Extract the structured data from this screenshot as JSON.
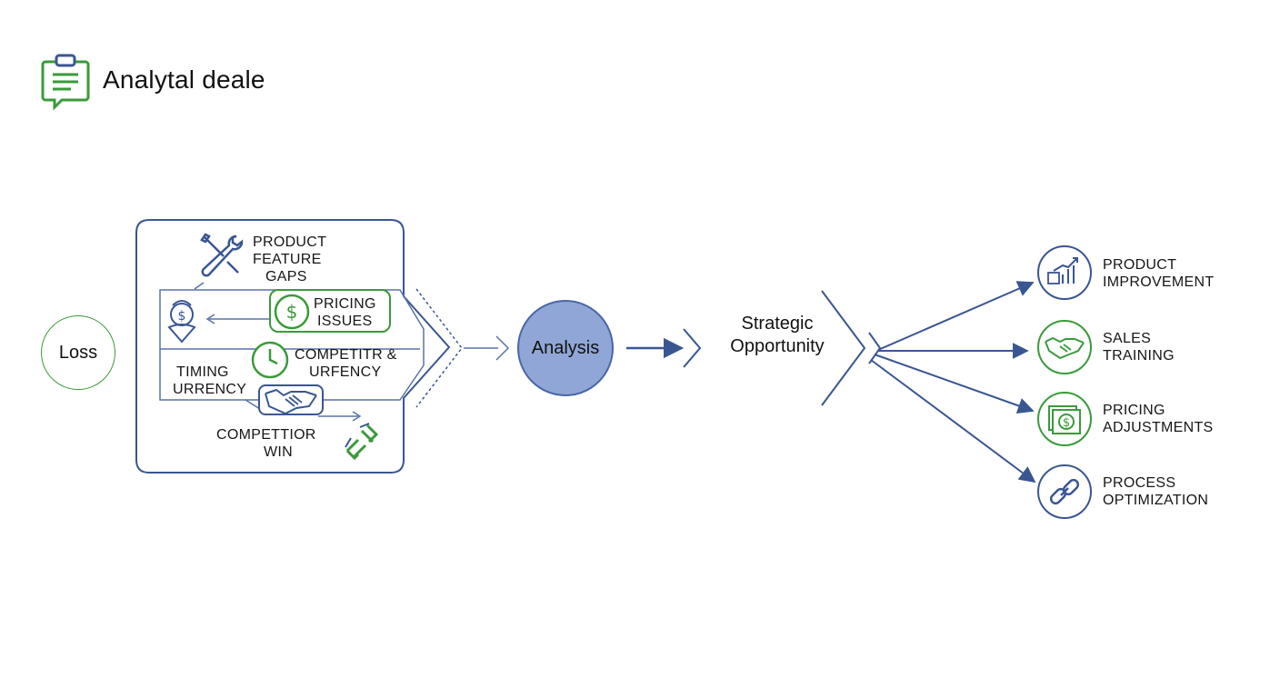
{
  "header": {
    "title": "Analytal deale",
    "icon": "clipboard-chat-icon"
  },
  "colors": {
    "navy": "#3a5692",
    "green": "#3a9a3a",
    "analysis_fill": "#8fa6d6"
  },
  "flow": {
    "start": "Loss",
    "middle": "Analysis",
    "strategic": [
      "Strategic",
      "Opportunity"
    ]
  },
  "loss_reasons": [
    {
      "lines": [
        "PRODUCT",
        "FEATURE",
        "GAPS"
      ],
      "icon": "wrench-screwdriver-icon"
    },
    {
      "lines": [
        "PRICING",
        "ISSUES"
      ],
      "icon": "dollar-circle-icon"
    },
    {
      "lines": [
        "COMPETITR &",
        "URFENCY"
      ],
      "icon": "clock-icon"
    },
    {
      "lines": [
        "TIMING",
        "URRENCY"
      ],
      "icon": "handshake-icon"
    },
    {
      "lines": [
        "COMPETTIOR",
        "WIN"
      ],
      "icon": "broken-link-icon"
    }
  ],
  "outcomes": [
    {
      "lines": [
        "PRODUCT",
        "IMPROVEMENT"
      ],
      "icon": "growth-chart-icon"
    },
    {
      "lines": [
        "SALES",
        "TRAINING"
      ],
      "icon": "handshake-icon"
    },
    {
      "lines": [
        "PRICING",
        "ADJUSTMENTS"
      ],
      "icon": "money-icon"
    },
    {
      "lines": [
        "PROCESS",
        "OPTIMIZATION"
      ],
      "icon": "chain-link-icon"
    }
  ]
}
